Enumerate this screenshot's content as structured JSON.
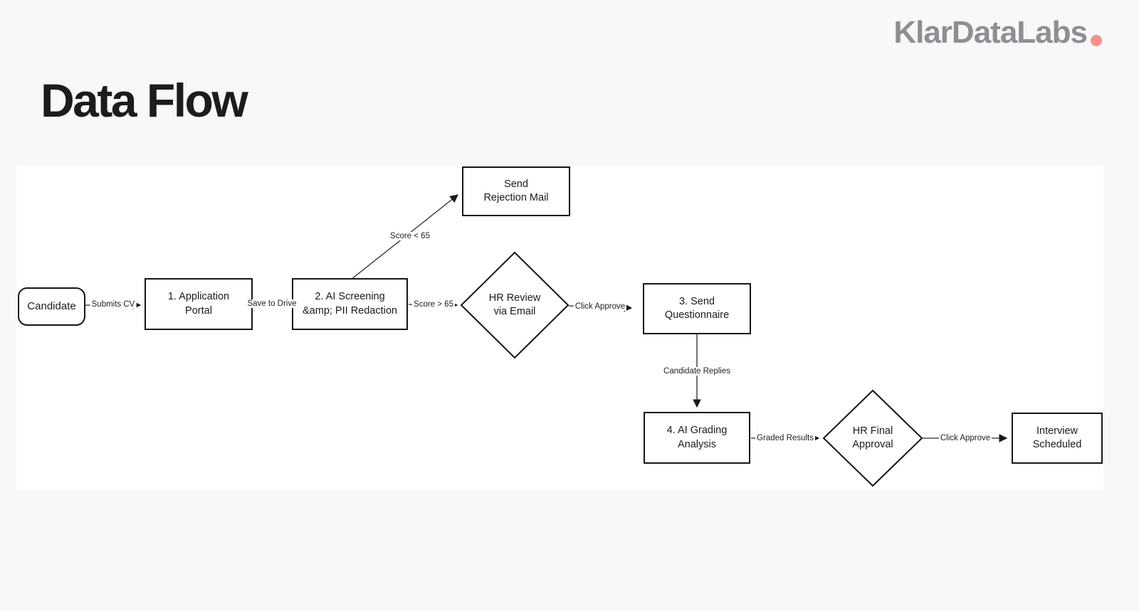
{
  "page": {
    "title": "Data Flow"
  },
  "brand": {
    "name": "KlarDataLabs",
    "text_color": "#8e8e93",
    "dot_color": "#f9908c"
  },
  "diagram": {
    "background": "#ffffff",
    "page_background": "#f7f8fa",
    "node_stroke": "#161616",
    "nodes": {
      "candidate": {
        "shape": "rounded-rect",
        "lines": [
          "Candidate"
        ]
      },
      "application_portal": {
        "shape": "rect",
        "lines": [
          "1. Application",
          "Portal"
        ]
      },
      "ai_screening": {
        "shape": "rect",
        "lines": [
          "2. AI Screening",
          "&amp; PII Redaction"
        ]
      },
      "send_rejection": {
        "shape": "rect",
        "lines": [
          "Send",
          "Rejection Mail"
        ]
      },
      "hr_review": {
        "shape": "diamond",
        "lines": [
          "HR Review",
          "via Email"
        ]
      },
      "send_questionnaire": {
        "shape": "rect",
        "lines": [
          "3. Send",
          "Questionnaire"
        ]
      },
      "ai_grading": {
        "shape": "rect",
        "lines": [
          "4. AI Grading",
          "Analysis"
        ]
      },
      "hr_final": {
        "shape": "diamond",
        "lines": [
          "HR Final",
          "Approval"
        ]
      },
      "interview_scheduled": {
        "shape": "rect",
        "lines": [
          "Interview",
          "Scheduled"
        ]
      }
    },
    "edges": [
      {
        "from": "candidate",
        "to": "application_portal",
        "label": "Submits CV"
      },
      {
        "from": "application_portal",
        "to": "ai_screening",
        "label": "Save to Drive"
      },
      {
        "from": "ai_screening",
        "to": "send_rejection",
        "label": "Score < 65"
      },
      {
        "from": "ai_screening",
        "to": "hr_review",
        "label": "Score > 65"
      },
      {
        "from": "hr_review",
        "to": "send_questionnaire",
        "label": "Click Approve"
      },
      {
        "from": "send_questionnaire",
        "to": "ai_grading",
        "label": "Candidate Replies"
      },
      {
        "from": "ai_grading",
        "to": "hr_final",
        "label": "Graded Results"
      },
      {
        "from": "hr_final",
        "to": "interview_scheduled",
        "label": "Click Approve"
      }
    ]
  }
}
